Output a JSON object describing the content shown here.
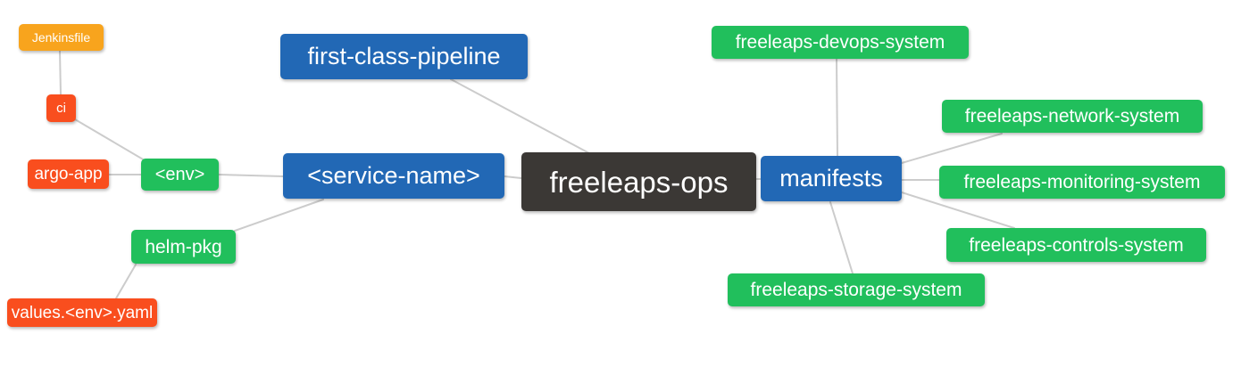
{
  "palette": {
    "blue": "#2268b5",
    "green": "#21bf5c",
    "orange": "#f8a41d",
    "red": "#f94e1e",
    "dark": "#3b3835",
    "edge": "#cccccc",
    "text": "#ffffff"
  },
  "nodes": [
    {
      "id": "freeleaps-ops",
      "label": "freeleaps-ops",
      "color": "dark"
    },
    {
      "id": "first-class-pipeline",
      "label": "first-class-pipeline",
      "color": "blue"
    },
    {
      "id": "service-name",
      "label": "<service-name>",
      "color": "blue"
    },
    {
      "id": "manifests",
      "label": "manifests",
      "color": "blue"
    },
    {
      "id": "env",
      "label": "<env>",
      "color": "green"
    },
    {
      "id": "helm-pkg",
      "label": "helm-pkg",
      "color": "green"
    },
    {
      "id": "jenkinsfile",
      "label": "Jenkinsfile",
      "color": "orange"
    },
    {
      "id": "ci",
      "label": "ci",
      "color": "red"
    },
    {
      "id": "argo-app",
      "label": "argo-app",
      "color": "red"
    },
    {
      "id": "values-env-yaml",
      "label": "values.<env>.yaml",
      "color": "red"
    },
    {
      "id": "devops-system",
      "label": "freeleaps-devops-system",
      "color": "green"
    },
    {
      "id": "network-system",
      "label": "freeleaps-network-system",
      "color": "green"
    },
    {
      "id": "monitoring-system",
      "label": "freeleaps-monitoring-system",
      "color": "green"
    },
    {
      "id": "controls-system",
      "label": "freeleaps-controls-system",
      "color": "green"
    },
    {
      "id": "storage-system",
      "label": "freeleaps-storage-system",
      "color": "green"
    }
  ],
  "edges": [
    {
      "from": "jenkinsfile",
      "to": "ci"
    },
    {
      "from": "ci",
      "to": "env"
    },
    {
      "from": "argo-app",
      "to": "env"
    },
    {
      "from": "env",
      "to": "service-name"
    },
    {
      "from": "helm-pkg",
      "to": "service-name"
    },
    {
      "from": "values-env-yaml",
      "to": "helm-pkg"
    },
    {
      "from": "first-class-pipeline",
      "to": "freeleaps-ops"
    },
    {
      "from": "service-name",
      "to": "freeleaps-ops"
    },
    {
      "from": "freeleaps-ops",
      "to": "manifests"
    },
    {
      "from": "manifests",
      "to": "devops-system"
    },
    {
      "from": "manifests",
      "to": "network-system"
    },
    {
      "from": "manifests",
      "to": "monitoring-system"
    },
    {
      "from": "manifests",
      "to": "controls-system"
    },
    {
      "from": "manifests",
      "to": "storage-system"
    }
  ]
}
